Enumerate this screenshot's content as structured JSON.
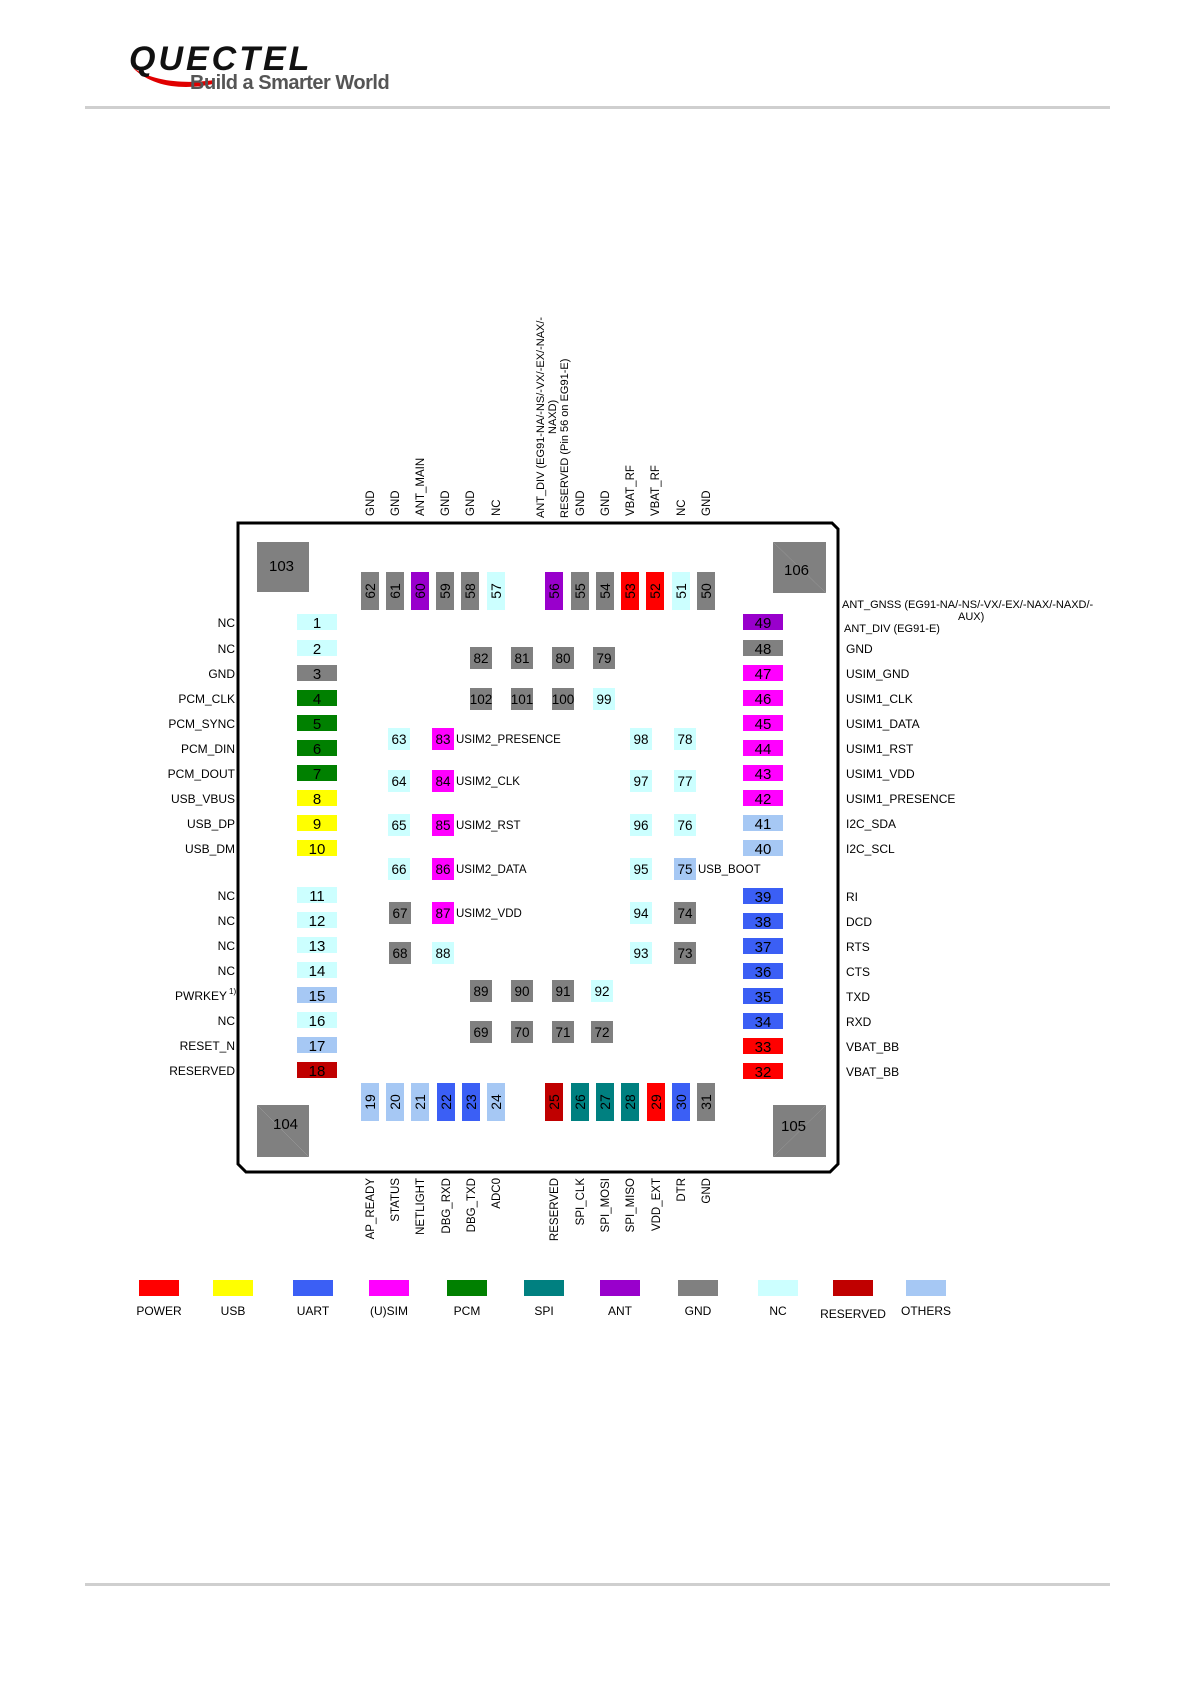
{
  "header": {
    "logo_text": "QUECTEL",
    "tagline": "Build a Smarter World"
  },
  "colors": {
    "POWER": "#ff0000",
    "USB": "#ffff00",
    "UART": "#3b5ff5",
    "SIM": "#ff00ff",
    "PCM": "#008000",
    "SPI": "#008080",
    "ANT": "#9900cc",
    "GND": "#808080",
    "NC": "#ccffff",
    "RESERVED": "#c00000",
    "OTHERS": "#a6c8f4",
    "DARK_RED": "#cc0000"
  },
  "legend": [
    {
      "key": "POWER",
      "label": "POWER"
    },
    {
      "key": "USB",
      "label": "USB"
    },
    {
      "key": "UART",
      "label": "UART"
    },
    {
      "key": "SIM",
      "label": "(U)SIM"
    },
    {
      "key": "PCM",
      "label": "PCM"
    },
    {
      "key": "SPI",
      "label": "SPI"
    },
    {
      "key": "ANT",
      "label": "ANT"
    },
    {
      "key": "GND",
      "label": "GND"
    },
    {
      "key": "NC",
      "label": "NC"
    },
    {
      "key": "RESERVED",
      "label": "RESERVED"
    },
    {
      "key": "OTHERS",
      "label": "OTHERS"
    }
  ],
  "corners": [
    "103",
    "106",
    "104",
    "105"
  ],
  "left_pins": [
    {
      "n": "1",
      "label": "NC",
      "c": "NC"
    },
    {
      "n": "2",
      "label": "NC",
      "c": "NC"
    },
    {
      "n": "3",
      "label": "GND",
      "c": "GND"
    },
    {
      "n": "4",
      "label": "PCM_CLK",
      "c": "PCM"
    },
    {
      "n": "5",
      "label": "PCM_SYNC",
      "c": "PCM"
    },
    {
      "n": "6",
      "label": "PCM_DIN",
      "c": "PCM"
    },
    {
      "n": "7",
      "label": "PCM_DOUT",
      "c": "PCM"
    },
    {
      "n": "8",
      "label": "USB_VBUS",
      "c": "USB"
    },
    {
      "n": "9",
      "label": "USB_DP",
      "c": "USB"
    },
    {
      "n": "10",
      "label": "USB_DM",
      "c": "USB"
    },
    {
      "n": "11",
      "label": "NC",
      "c": "NC"
    },
    {
      "n": "12",
      "label": "NC",
      "c": "NC"
    },
    {
      "n": "13",
      "label": "NC",
      "c": "NC"
    },
    {
      "n": "14",
      "label": "NC",
      "c": "NC"
    },
    {
      "n": "15",
      "label": "PWRKEY",
      "sup": "1)",
      "c": "OTHERS"
    },
    {
      "n": "16",
      "label": "NC",
      "c": "NC"
    },
    {
      "n": "17",
      "label": "RESET_N",
      "c": "OTHERS"
    },
    {
      "n": "18",
      "label": "RESERVED",
      "c": "RESERVED"
    }
  ],
  "right_pins": [
    {
      "n": "49",
      "label": "ANT_GNSS (EG91-NA/-NS/-VX/-EX/-NAX/-NAXD/-",
      "label2": "AUX)",
      "label3": "ANT_DIV (EG91-E)",
      "c": "ANT"
    },
    {
      "n": "48",
      "label": "GND",
      "c": "GND"
    },
    {
      "n": "47",
      "label": "USIM_GND",
      "c": "SIM"
    },
    {
      "n": "46",
      "label": "USIM1_CLK",
      "c": "SIM"
    },
    {
      "n": "45",
      "label": "USIM1_DATA",
      "c": "SIM"
    },
    {
      "n": "44",
      "label": "USIM1_RST",
      "c": "SIM"
    },
    {
      "n": "43",
      "label": "USIM1_VDD",
      "c": "SIM"
    },
    {
      "n": "42",
      "label": "USIM1_PRESENCE",
      "c": "SIM"
    },
    {
      "n": "41",
      "label": "I2C_SDA",
      "c": "OTHERS"
    },
    {
      "n": "40",
      "label": "I2C_SCL",
      "c": "OTHERS"
    },
    {
      "n": "39",
      "label": "RI",
      "c": "UART"
    },
    {
      "n": "38",
      "label": "DCD",
      "c": "UART"
    },
    {
      "n": "37",
      "label": "RTS",
      "c": "UART"
    },
    {
      "n": "36",
      "label": "CTS",
      "c": "UART"
    },
    {
      "n": "35",
      "label": "TXD",
      "c": "UART"
    },
    {
      "n": "34",
      "label": "RXD",
      "c": "UART"
    },
    {
      "n": "33",
      "label": "VBAT_BB",
      "c": "POWER"
    },
    {
      "n": "32",
      "label": "VBAT_BB",
      "c": "POWER"
    }
  ],
  "top_pins": [
    {
      "n": "62",
      "label": "GND",
      "c": "GND"
    },
    {
      "n": "61",
      "label": "GND",
      "c": "GND"
    },
    {
      "n": "60",
      "label": "ANT_MAIN",
      "c": "ANT"
    },
    {
      "n": "59",
      "label": "GND",
      "c": "GND"
    },
    {
      "n": "58",
      "label": "GND",
      "c": "GND"
    },
    {
      "n": "57",
      "label": "NC",
      "c": "NC"
    },
    {
      "n": "56",
      "label": "ANT_DIV (EG91-NA/-NS/-VX/-EX/-NAX/-",
      "label2": "NAXD)",
      "label3": "RESERVED (Pin 56 on EG91-E)",
      "c": "ANT"
    },
    {
      "n": "55",
      "label": "GND",
      "c": "GND"
    },
    {
      "n": "54",
      "label": "GND",
      "c": "GND"
    },
    {
      "n": "53",
      "label": "VBAT_RF",
      "c": "POWER"
    },
    {
      "n": "52",
      "label": "VBAT_RF",
      "c": "POWER"
    },
    {
      "n": "51",
      "label": "NC",
      "c": "NC"
    },
    {
      "n": "50",
      "label": "GND",
      "c": "GND"
    }
  ],
  "bottom_pins": [
    {
      "n": "19",
      "label": "AP_READY",
      "c": "OTHERS"
    },
    {
      "n": "20",
      "label": "STATUS",
      "c": "OTHERS"
    },
    {
      "n": "21",
      "label": "NETLIGHT",
      "c": "OTHERS"
    },
    {
      "n": "22",
      "label": "DBG_RXD",
      "c": "UART"
    },
    {
      "n": "23",
      "label": "DBG_TXD",
      "c": "UART"
    },
    {
      "n": "24",
      "label": "ADC0",
      "c": "OTHERS"
    },
    {
      "n": "25",
      "label": "RESERVED",
      "c": "RESERVED"
    },
    {
      "n": "26",
      "label": "SPI_CLK",
      "c": "SPI"
    },
    {
      "n": "27",
      "label": "SPI_MOSI",
      "c": "SPI"
    },
    {
      "n": "28",
      "label": "SPI_MISO",
      "c": "SPI"
    },
    {
      "n": "29",
      "label": "VDD_EXT",
      "c": "POWER"
    },
    {
      "n": "30",
      "label": "DTR",
      "c": "UART"
    },
    {
      "n": "31",
      "label": "GND",
      "c": "GND"
    }
  ],
  "inner_pins": [
    {
      "n": "82",
      "c": "GND"
    },
    {
      "n": "81",
      "c": "GND"
    },
    {
      "n": "80",
      "c": "GND"
    },
    {
      "n": "79",
      "c": "GND"
    },
    {
      "n": "102",
      "c": "GND"
    },
    {
      "n": "101",
      "c": "GND"
    },
    {
      "n": "100",
      "c": "GND"
    },
    {
      "n": "99",
      "c": "NC"
    },
    {
      "n": "63",
      "c": "NC"
    },
    {
      "n": "83",
      "c": "SIM",
      "label": "USIM2_PRESENCE"
    },
    {
      "n": "98",
      "c": "NC"
    },
    {
      "n": "78",
      "c": "NC"
    },
    {
      "n": "64",
      "c": "NC"
    },
    {
      "n": "84",
      "c": "SIM",
      "label": "USIM2_CLK"
    },
    {
      "n": "97",
      "c": "NC"
    },
    {
      "n": "77",
      "c": "NC"
    },
    {
      "n": "65",
      "c": "NC"
    },
    {
      "n": "85",
      "c": "SIM",
      "label": "USIM2_RST"
    },
    {
      "n": "96",
      "c": "NC"
    },
    {
      "n": "76",
      "c": "NC"
    },
    {
      "n": "66",
      "c": "NC"
    },
    {
      "n": "86",
      "c": "SIM",
      "label": "USIM2_DATA"
    },
    {
      "n": "95",
      "c": "NC"
    },
    {
      "n": "75",
      "c": "OTHERS",
      "label": "USB_BOOT"
    },
    {
      "n": "67",
      "c": "GND"
    },
    {
      "n": "87",
      "c": "SIM",
      "label": "USIM2_VDD"
    },
    {
      "n": "94",
      "c": "NC"
    },
    {
      "n": "74",
      "c": "GND"
    },
    {
      "n": "68",
      "c": "GND"
    },
    {
      "n": "88",
      "c": "NC"
    },
    {
      "n": "93",
      "c": "NC"
    },
    {
      "n": "73",
      "c": "GND"
    },
    {
      "n": "89",
      "c": "GND"
    },
    {
      "n": "90",
      "c": "GND"
    },
    {
      "n": "91",
      "c": "GND"
    },
    {
      "n": "92",
      "c": "NC"
    },
    {
      "n": "69",
      "c": "GND"
    },
    {
      "n": "70",
      "c": "GND"
    },
    {
      "n": "71",
      "c": "GND"
    },
    {
      "n": "72",
      "c": "GND"
    }
  ]
}
